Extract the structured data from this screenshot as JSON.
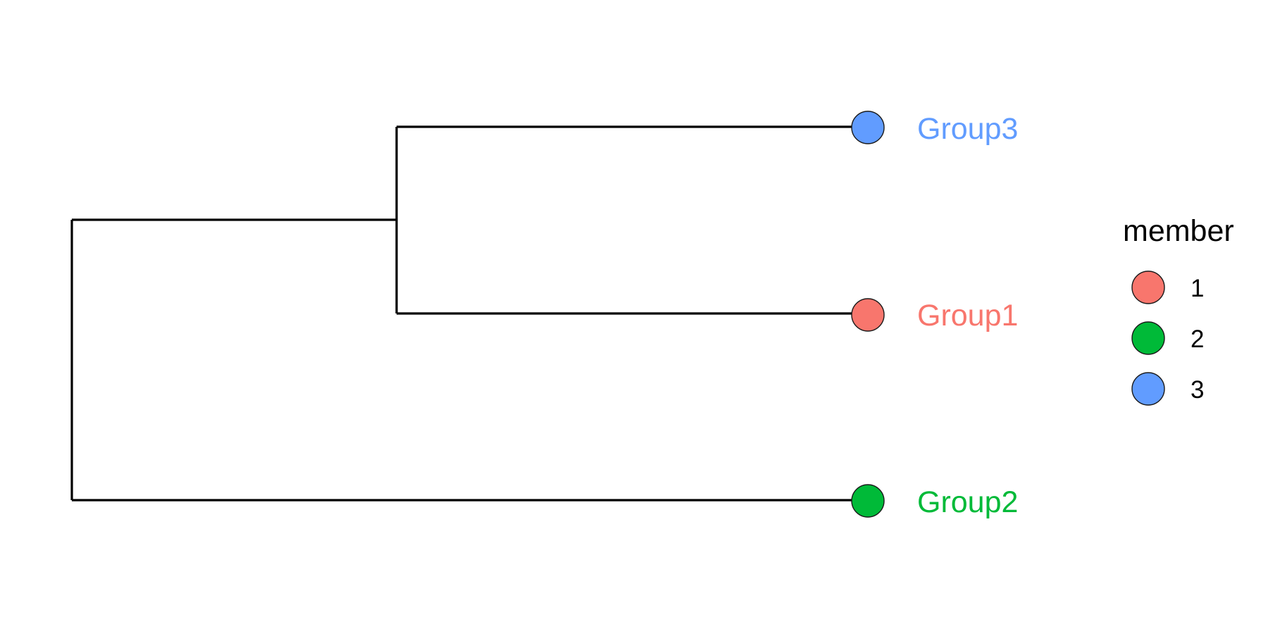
{
  "tree": {
    "tips": [
      {
        "label": "Group3",
        "member": "3"
      },
      {
        "label": "Group1",
        "member": "1"
      },
      {
        "label": "Group2",
        "member": "2"
      }
    ]
  },
  "legend": {
    "title": "member",
    "items": [
      {
        "label": "1",
        "color": "#F8766D"
      },
      {
        "label": "2",
        "color": "#00BA38"
      },
      {
        "label": "3",
        "color": "#619CFF"
      }
    ]
  },
  "colors": {
    "1": "#F8766D",
    "2": "#00BA38",
    "3": "#619CFF",
    "branch": "#000000"
  }
}
